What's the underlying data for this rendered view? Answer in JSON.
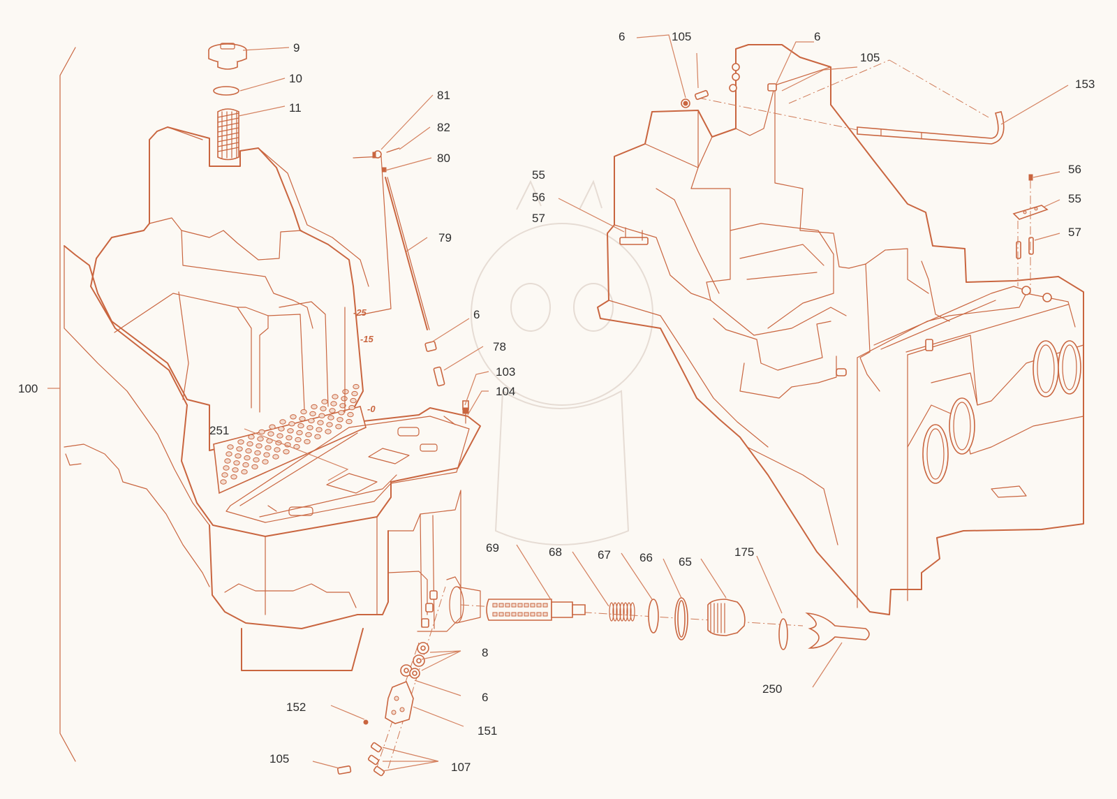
{
  "diagram": {
    "accent_color": "#c9653f",
    "label_color": "#2d2d2d",
    "background_color": "#fcf9f4",
    "gauge_marks": [
      "-25",
      "-15",
      "-0"
    ],
    "callouts": [
      {
        "id": "9",
        "text": "9"
      },
      {
        "id": "10",
        "text": "10"
      },
      {
        "id": "11",
        "text": "11"
      },
      {
        "id": "81",
        "text": "81"
      },
      {
        "id": "82",
        "text": "82"
      },
      {
        "id": "80",
        "text": "80"
      },
      {
        "id": "79",
        "text": "79"
      },
      {
        "id": "6-dipstick",
        "text": "6"
      },
      {
        "id": "78",
        "text": "78"
      },
      {
        "id": "103",
        "text": "103"
      },
      {
        "id": "104",
        "text": "104"
      },
      {
        "id": "251",
        "text": "251"
      },
      {
        "id": "100",
        "text": "100"
      },
      {
        "id": "69",
        "text": "69"
      },
      {
        "id": "68",
        "text": "68"
      },
      {
        "id": "67",
        "text": "67"
      },
      {
        "id": "66",
        "text": "66"
      },
      {
        "id": "65",
        "text": "65"
      },
      {
        "id": "175",
        "text": "175"
      },
      {
        "id": "250",
        "text": "250"
      },
      {
        "id": "8",
        "text": "8"
      },
      {
        "id": "6-manifold",
        "text": "6"
      },
      {
        "id": "152",
        "text": "152"
      },
      {
        "id": "151",
        "text": "151"
      },
      {
        "id": "105-bottom",
        "text": "105"
      },
      {
        "id": "107",
        "text": "107"
      },
      {
        "id": "6-top-left",
        "text": "6"
      },
      {
        "id": "105-top-left",
        "text": "105"
      },
      {
        "id": "6-top-right",
        "text": "6"
      },
      {
        "id": "105-top-right",
        "text": "105"
      },
      {
        "id": "153",
        "text": "153"
      },
      {
        "id": "55-left",
        "text": "55"
      },
      {
        "id": "56-left",
        "text": "56"
      },
      {
        "id": "57-left",
        "text": "57"
      },
      {
        "id": "56-right",
        "text": "56"
      },
      {
        "id": "55-right",
        "text": "55"
      },
      {
        "id": "57-right",
        "text": "57"
      }
    ]
  }
}
